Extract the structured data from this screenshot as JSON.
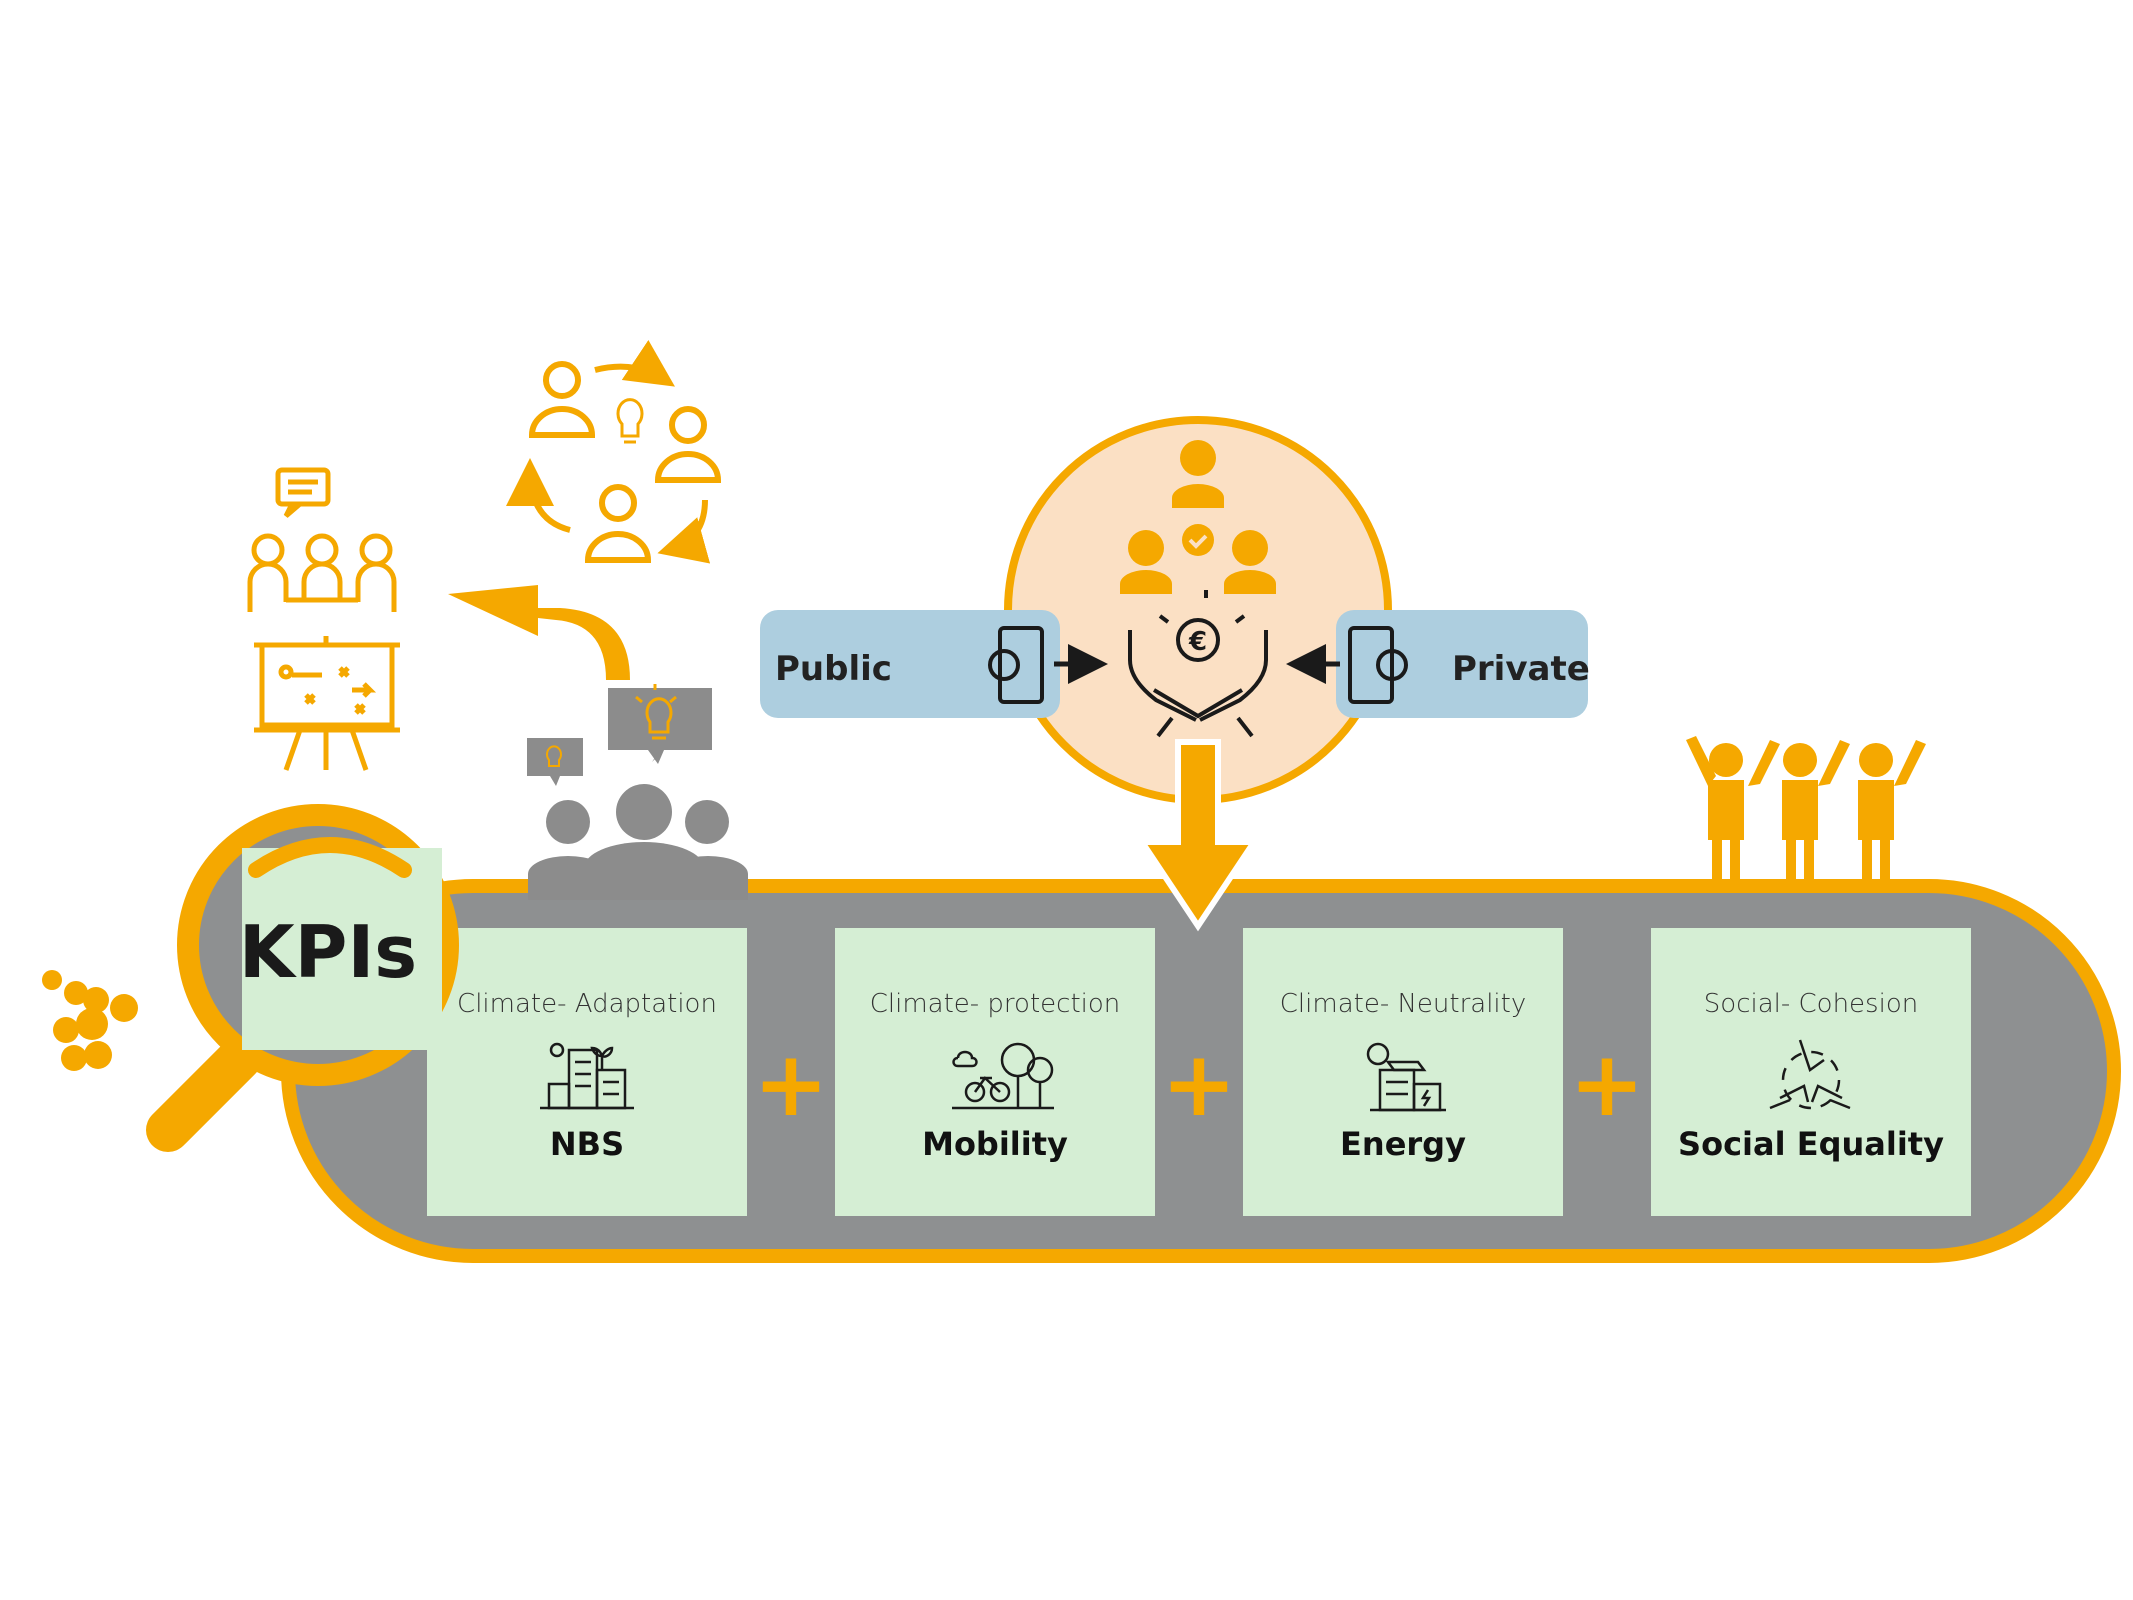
{
  "colors": {
    "orange": "#F5A800",
    "gray": "#8E9091",
    "card_green": "#D5EED4",
    "funding_circle": "#FBE0C4",
    "funding_box": "#ADCEDF",
    "icon_dark": "#1A1A1A",
    "people_gray": "#8C8C8C"
  },
  "kpi": {
    "label": "KPIs"
  },
  "funding": {
    "public_label": "Public",
    "private_label": "Private"
  },
  "cards": [
    {
      "category": "Climate- Adaptation",
      "title": "NBS",
      "icon": "green-buildings-icon"
    },
    {
      "category": "Climate- protection",
      "title": "Mobility",
      "icon": "bicycle-trees-icon"
    },
    {
      "category": "Climate- Neutrality",
      "title": "Energy",
      "icon": "solar-building-icon"
    },
    {
      "category": "Social- Cohesion",
      "title": "Social Equality",
      "icon": "joined-hands-icon"
    }
  ],
  "plus_sign": "+"
}
